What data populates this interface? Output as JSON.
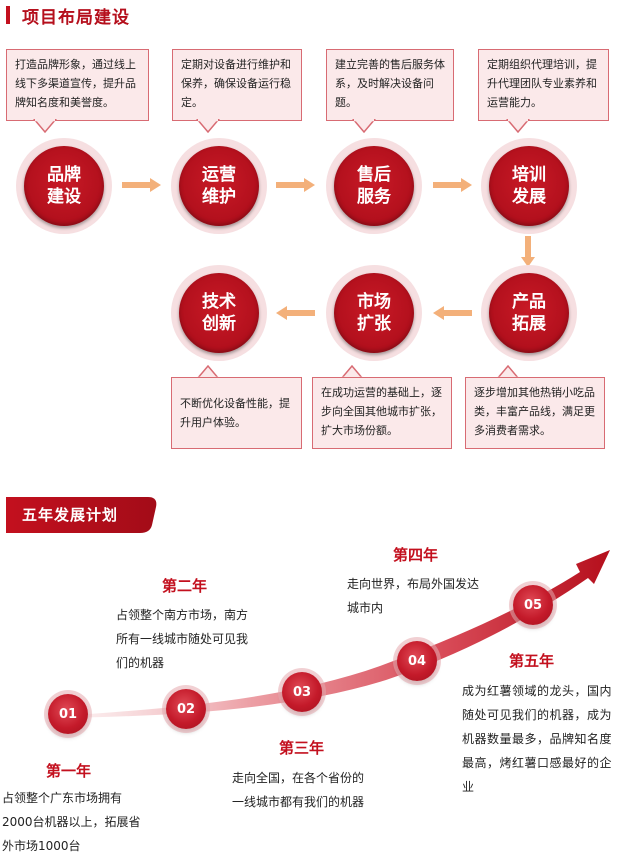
{
  "section1": {
    "title": "项目布局建设",
    "stages": [
      {
        "label": "品牌\n建设",
        "desc": "打造品牌形象，通过线上线下多渠道宣传，提升品牌知名度和美誉度。"
      },
      {
        "label": "运营\n维护",
        "desc": "定期对设备进行维护和保养，确保设备运行稳定。"
      },
      {
        "label": "售后\n服务",
        "desc": "建立完善的售后服务体系，及时解决设备问题。"
      },
      {
        "label": "培训\n发展",
        "desc": "定期组织代理培训，提升代理团队专业素养和运营能力。"
      },
      {
        "label": "产品\n拓展",
        "desc": "逐步增加其他热销小吃品类，丰富产品线，满足更多消费者需求。"
      },
      {
        "label": "市场\n扩张",
        "desc": "在成功运营的基础上，逐步向全国其他城市扩张，扩大市场份额。"
      },
      {
        "label": "技术\n创新",
        "desc": "不断优化设备性能，提升用户体验。"
      }
    ]
  },
  "section2": {
    "title": "五年发展计划",
    "years": [
      {
        "num": "01",
        "title": "第一年",
        "text": "占领整个广东市场拥有2000台机器以上，拓展省外市场1000台"
      },
      {
        "num": "02",
        "title": "第二年",
        "text": "占领整个南方市场，南方所有一线城市随处可见我们的机器"
      },
      {
        "num": "03",
        "title": "第三年",
        "text": "走向全国，在各个省份的一线城市都有我们的机器"
      },
      {
        "num": "04",
        "title": "第四年",
        "text": "走向世界，布局外国发达城市内"
      },
      {
        "num": "05",
        "title": "第五年",
        "text": "成为红薯领域的龙头，国内随处可见我们的机器，成为机器数量最多，品牌知名度最高，烤红薯口感最好的企业"
      }
    ]
  },
  "colors": {
    "primary": "#c3101e",
    "box_bg": "#fbe9ea",
    "box_border": "#d86b73",
    "arrow": "#f3b07a"
  }
}
